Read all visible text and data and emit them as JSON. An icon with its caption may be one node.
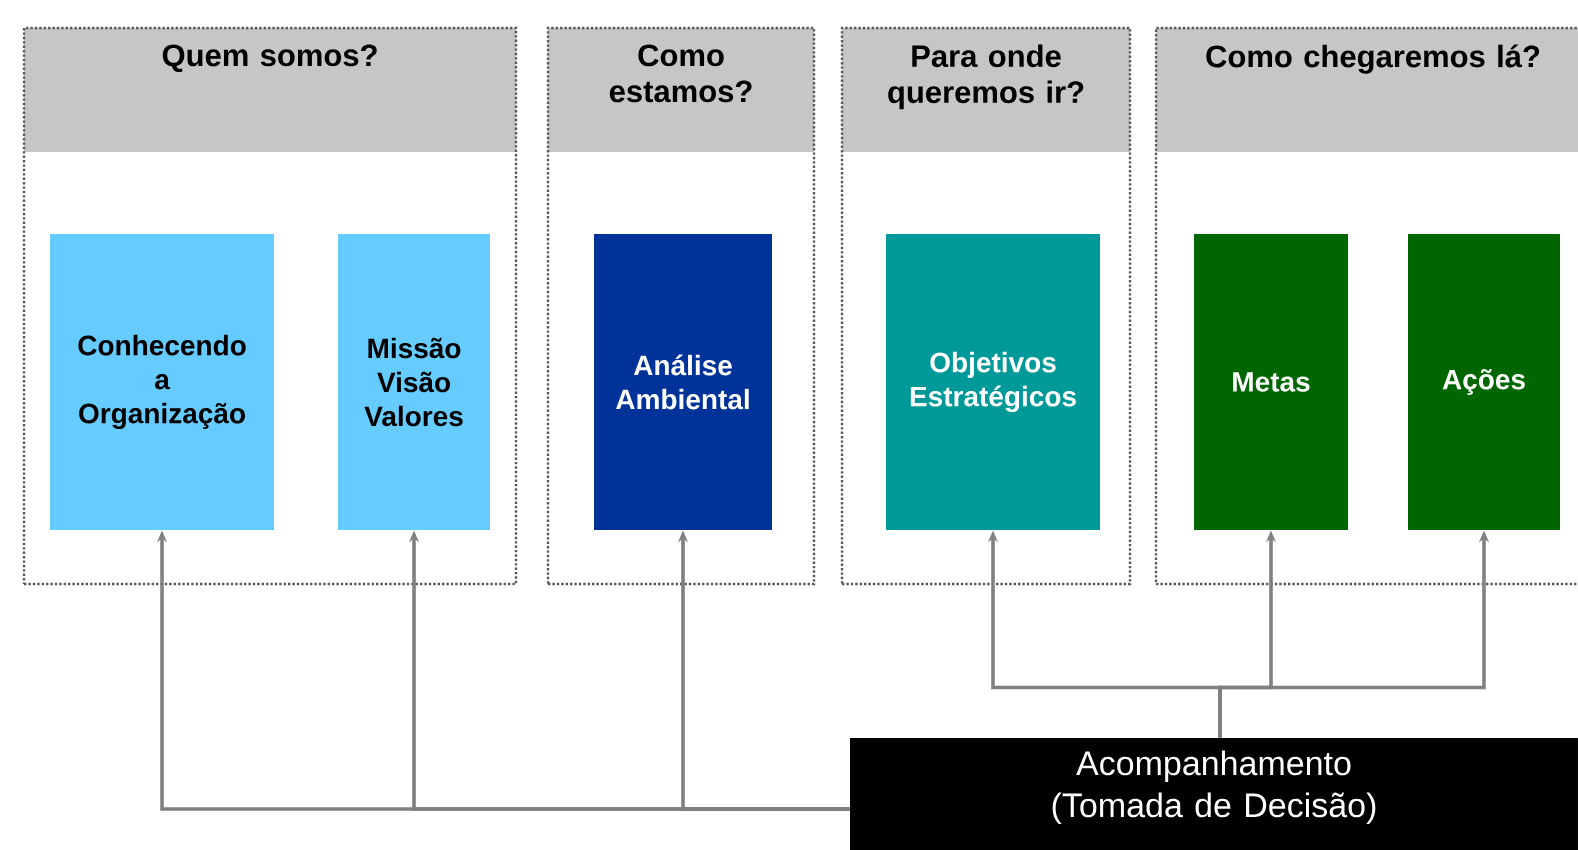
{
  "diagram": {
    "nodes": [
      {
        "text": [
          "Quem somos?"
        ]
      },
      {
        "text": [
          "Como estamos?"
        ]
      },
      {
        "text": [
          "Para onde queremos ir?"
        ]
      },
      {
        "text": [
          "Como chegaremos lá?"
        ]
      },
      {
        "text": [
          "Conhecendo a Organização"
        ],
        "in": 0
      },
      {
        "text": [
          "Missão Visão Valores"
        ],
        "in": 0
      },
      {
        "text": [
          "Análise Ambiental"
        ],
        "in": 1
      },
      {
        "text": [
          "Objetivos Estratégicos"
        ],
        "in": 2
      },
      {
        "text": [
          "Metas"
        ],
        "in": 3
      },
      {
        "text": [
          "Ações"
        ],
        "in": 3
      },
      {
        "text": [
          "Acompanhamento (Tomada de Decisão)"
        ]
      }
    ],
    "edges": [
      {
        "from": 10,
        "to": 4,
        "arrow": "to"
      },
      {
        "from": 10,
        "to": 5,
        "arrow": "to"
      },
      {
        "from": 10,
        "to": 6,
        "arrow": "to"
      },
      {
        "from": 10,
        "to": 7,
        "arrow": "to"
      },
      {
        "from": 10,
        "to": 8,
        "arrow": "to"
      },
      {
        "from": 10,
        "to": 9,
        "arrow": "to"
      }
    ]
  }
}
